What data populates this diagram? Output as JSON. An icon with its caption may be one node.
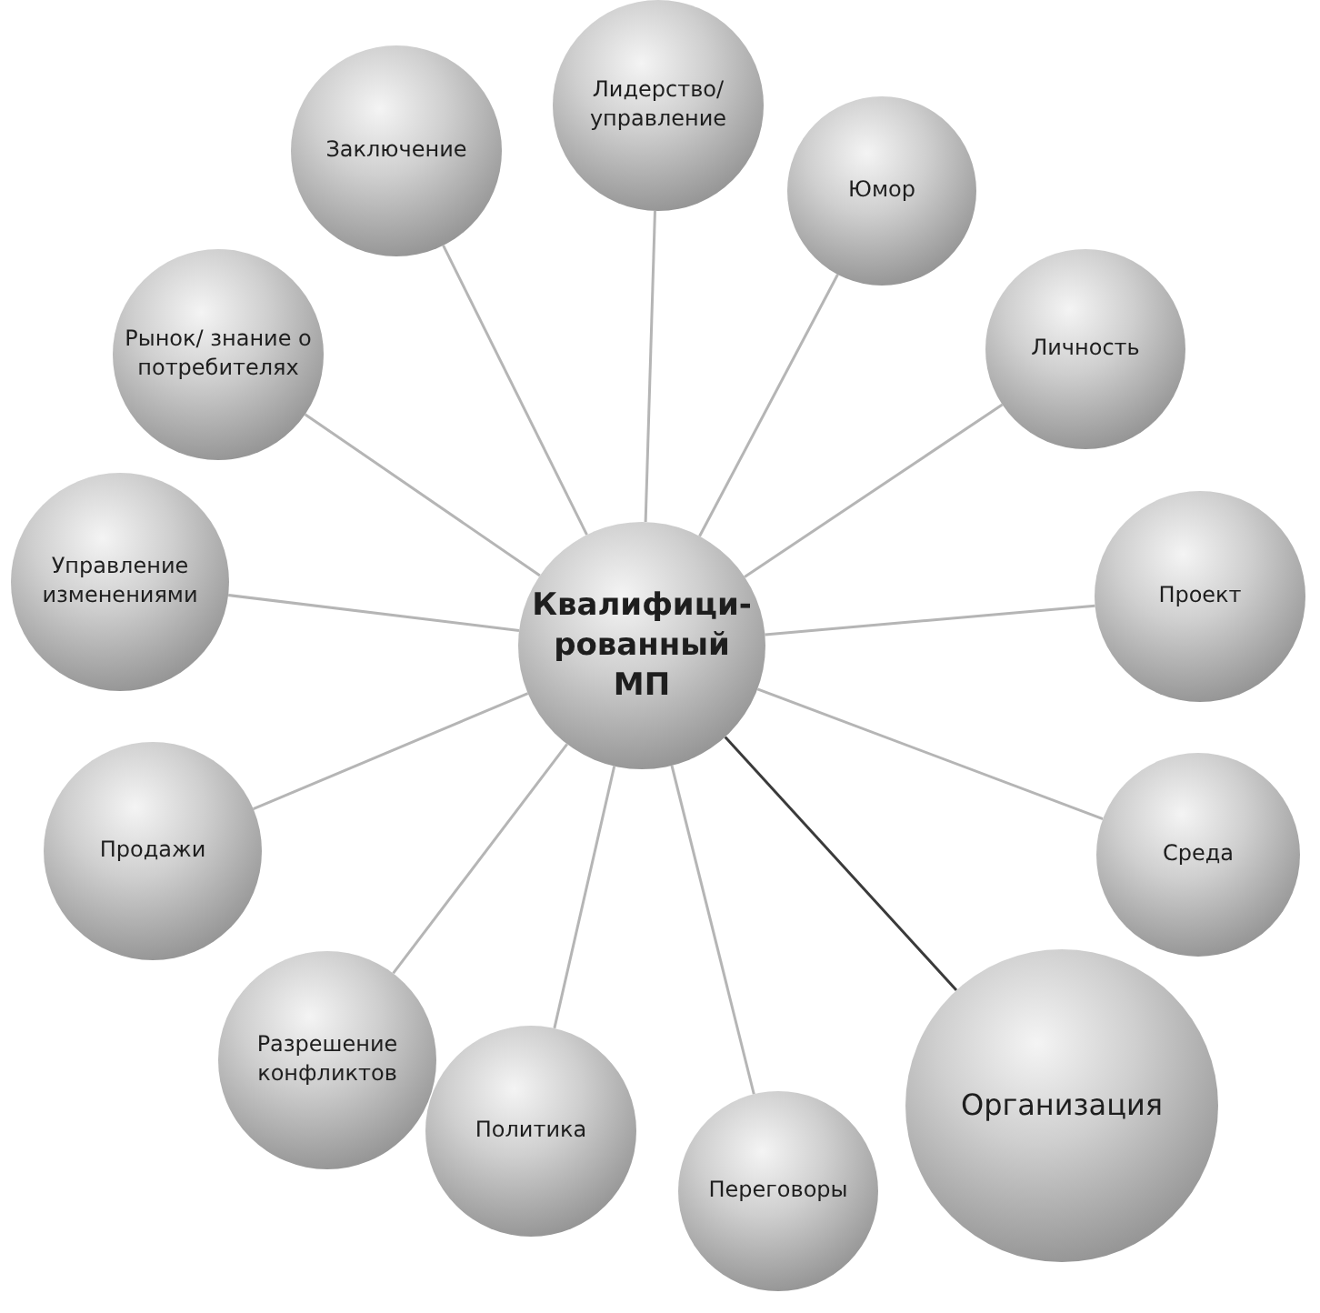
{
  "diagram": {
    "nodes": [
      {
        "text": [
          "Квалифици- рованный МП"
        ]
      },
      {
        "text": [
          "Лидерство/ управление"
        ]
      },
      {
        "text": [
          "Юмор"
        ]
      },
      {
        "text": [
          "Личность"
        ]
      },
      {
        "text": [
          "Проект"
        ]
      },
      {
        "text": [
          "Среда"
        ]
      },
      {
        "text": [
          "Организация"
        ]
      },
      {
        "text": [
          "Переговоры"
        ]
      },
      {
        "text": [
          "Политика"
        ]
      },
      {
        "text": [
          "Разрешение конфликтов"
        ]
      },
      {
        "text": [
          "Продажи"
        ]
      },
      {
        "text": [
          "Управление изменениями"
        ]
      },
      {
        "text": [
          "Рынок/ знание о потребителях"
        ]
      },
      {
        "text": [
          "Заключение"
        ]
      }
    ],
    "edges": [
      {
        "from": 0,
        "to": 1,
        "arrow": "none"
      },
      {
        "from": 0,
        "to": 2,
        "arrow": "none"
      },
      {
        "from": 0,
        "to": 3,
        "arrow": "none"
      },
      {
        "from": 0,
        "to": 4,
        "arrow": "none"
      },
      {
        "from": 0,
        "to": 5,
        "arrow": "none"
      },
      {
        "from": 0,
        "to": 6,
        "arrow": "none",
        "color": "#3a3a3a"
      },
      {
        "from": 0,
        "to": 7,
        "arrow": "none"
      },
      {
        "from": 0,
        "to": 8,
        "arrow": "none"
      },
      {
        "from": 0,
        "to": 9,
        "arrow": "none"
      },
      {
        "from": 0,
        "to": 10,
        "arrow": "none"
      },
      {
        "from": 0,
        "to": 11,
        "arrow": "none"
      },
      {
        "from": 0,
        "to": 12,
        "arrow": "none"
      },
      {
        "from": 0,
        "to": 13,
        "arrow": "none"
      }
    ]
  }
}
